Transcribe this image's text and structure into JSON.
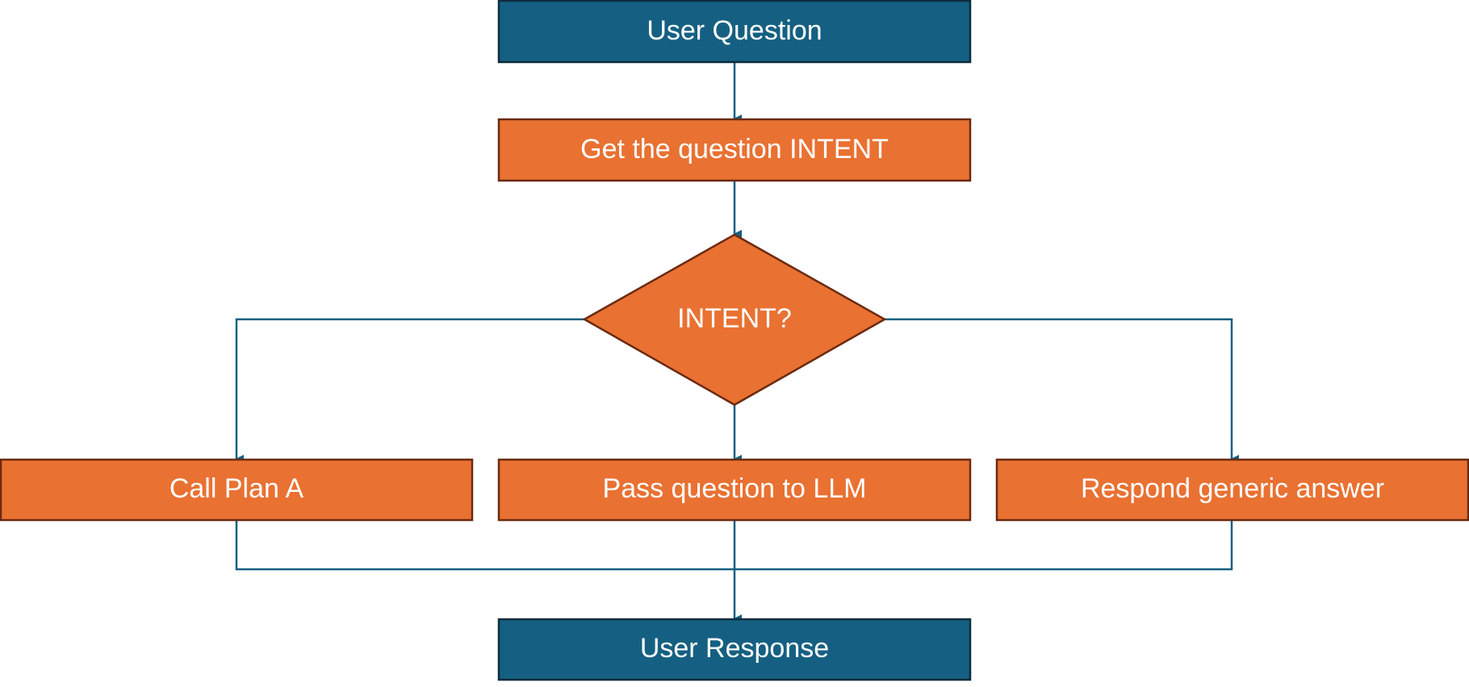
{
  "colors": {
    "process_fill": "#E97132",
    "process_stroke": "#6B2A0F",
    "terminal_fill": "#156082",
    "terminal_stroke": "#0D2C3D",
    "connector": "#156082",
    "text": "#FFFFFF"
  },
  "nodes": {
    "user_question": "User Question",
    "get_intent": "Get the question INTENT",
    "intent_decision": "INTENT?",
    "call_plan_a": "Call Plan A",
    "pass_to_llm": "Pass question to LLM",
    "respond_generic": "Respond generic answer",
    "user_response": "User Response"
  }
}
